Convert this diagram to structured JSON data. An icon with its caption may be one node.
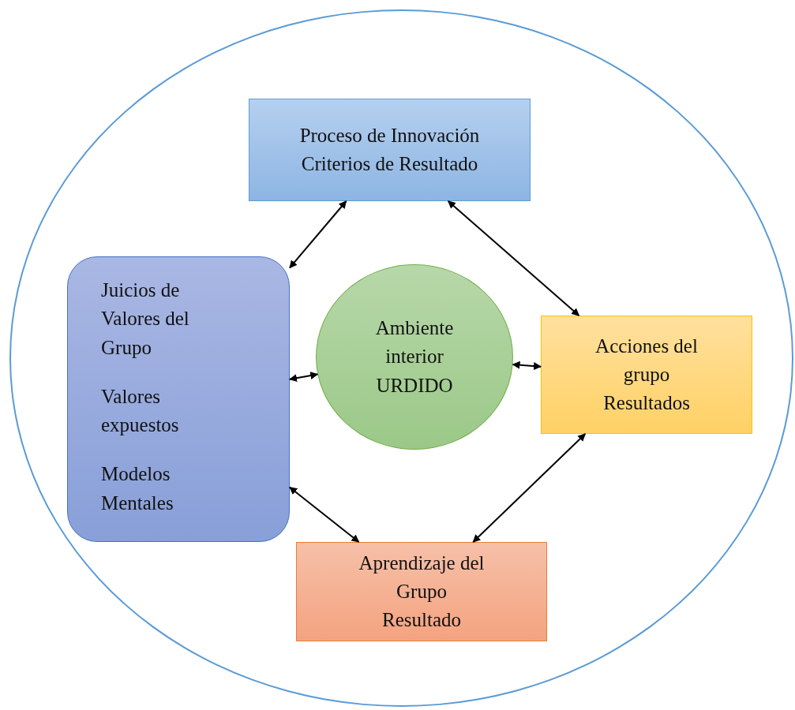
{
  "diagram": {
    "nodes": [
      {
        "text": [],
        "shape": "circle"
      },
      {
        "text": [
          "Proceso de Innovación",
          "Criterios de Resultado"
        ],
        "in": 0
      },
      {
        "text": [
          "Juicios  de Valores del Grupo",
          "Valores expuestos",
          "Modelos Mentales"
        ],
        "in": 0
      },
      {
        "text": [
          "Ambiente interior URDIDO"
        ],
        "in": 0
      },
      {
        "text": [
          "Acciones del grupo",
          "Resultados"
        ],
        "in": 0
      },
      {
        "text": [
          "Aprendizaje del Grupo",
          "Resultado"
        ],
        "in": 0
      }
    ],
    "edges": [
      {
        "from": 1,
        "to": 2,
        "arrow": "both"
      },
      {
        "from": 1,
        "to": 4,
        "arrow": "both"
      },
      {
        "from": 2,
        "to": 3,
        "arrow": "both"
      },
      {
        "from": 3,
        "to": 4,
        "arrow": "both"
      },
      {
        "from": 2,
        "to": 5,
        "arrow": "both"
      },
      {
        "from": 4,
        "to": 5,
        "arrow": "both"
      }
    ]
  }
}
